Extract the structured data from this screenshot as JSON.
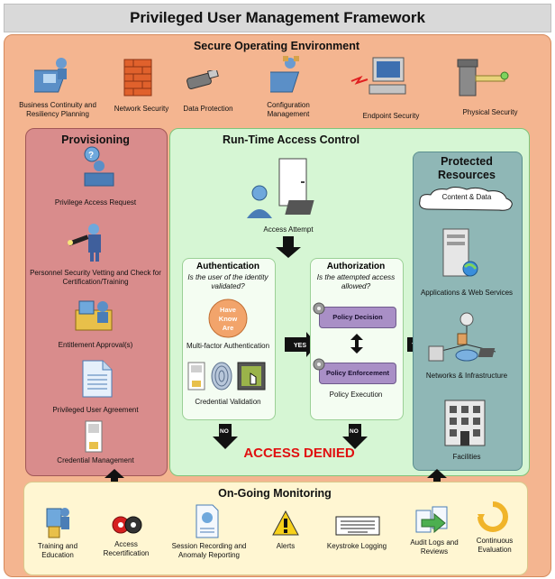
{
  "title": "Privileged User Management Framework",
  "environment": {
    "header": "Secure Operating Environment",
    "items": [
      {
        "label": "Business Continuity and Resiliency Planning",
        "icon": "business-continuity-icon"
      },
      {
        "label": "Network Security",
        "icon": "firewall-icon"
      },
      {
        "label": "Data Protection",
        "icon": "usb-drive-icon"
      },
      {
        "label": "Configuration Management",
        "icon": "configuration-icon"
      },
      {
        "label": "Endpoint Security",
        "icon": "endpoint-computer-icon"
      },
      {
        "label": "Physical Security",
        "icon": "turnstile-icon"
      }
    ]
  },
  "provisioning": {
    "header": "Provisioning",
    "items": [
      {
        "label": "Privilege Access Request",
        "icon": "access-request-icon"
      },
      {
        "label": "Personnel Security Vetting and Check for Certification/Training",
        "icon": "security-guard-icon"
      },
      {
        "label": "Entitlement Approval(s)",
        "icon": "approval-icon"
      },
      {
        "label": "Privileged User Agreement",
        "icon": "document-icon"
      },
      {
        "label": "Credential Management",
        "icon": "credential-icon"
      }
    ]
  },
  "runtime": {
    "header": "Run-Time Access Control",
    "access_attempt": "Access Attempt",
    "authentication": {
      "header": "Authentication",
      "question": "Is the user of the identity validated?",
      "badge": [
        "Have",
        "Know",
        "Are"
      ],
      "method": "Multi-factor Authentication",
      "validation": "Credential Validation"
    },
    "authorization": {
      "header": "Authorization",
      "question": "Is the attempted access allowed?",
      "decision": "Policy Decision",
      "enforcement": "Policy Enforcement",
      "execution": "Policy Execution"
    },
    "yes_label": "YES",
    "no_label": "NO",
    "denied": "ACCESS DENIED"
  },
  "protected": {
    "header_line1": "Protected",
    "header_line2": "Resources",
    "content": "Content & Data",
    "apps": "Applications & Web Services",
    "networks": "Networks & Infrastructure",
    "facilities": "Facilities"
  },
  "monitoring": {
    "header": "On-Going Monitoring",
    "items": [
      {
        "label": "Training and Education",
        "icon": "training-icon"
      },
      {
        "label": "Access Recertification",
        "icon": "recertification-icon"
      },
      {
        "label": "Session Recording and Anomaly Reporting",
        "icon": "session-recording-icon"
      },
      {
        "label": "Alerts",
        "icon": "alert-icon"
      },
      {
        "label": "Keystroke Logging",
        "icon": "keyboard-icon"
      },
      {
        "label": "Audit Logs and Reviews",
        "icon": "audit-logs-icon"
      },
      {
        "label": "Continuous Evaluation",
        "icon": "continuous-evaluation-icon"
      }
    ]
  },
  "colors": {
    "outer": "#f4b590",
    "provisioning": "#d98c8c",
    "runtime": "#d6f6d4",
    "protected": "#8fb7b6",
    "monitoring": "#fff6d2",
    "denied": "#e01010",
    "policy": "#a98fc6"
  }
}
